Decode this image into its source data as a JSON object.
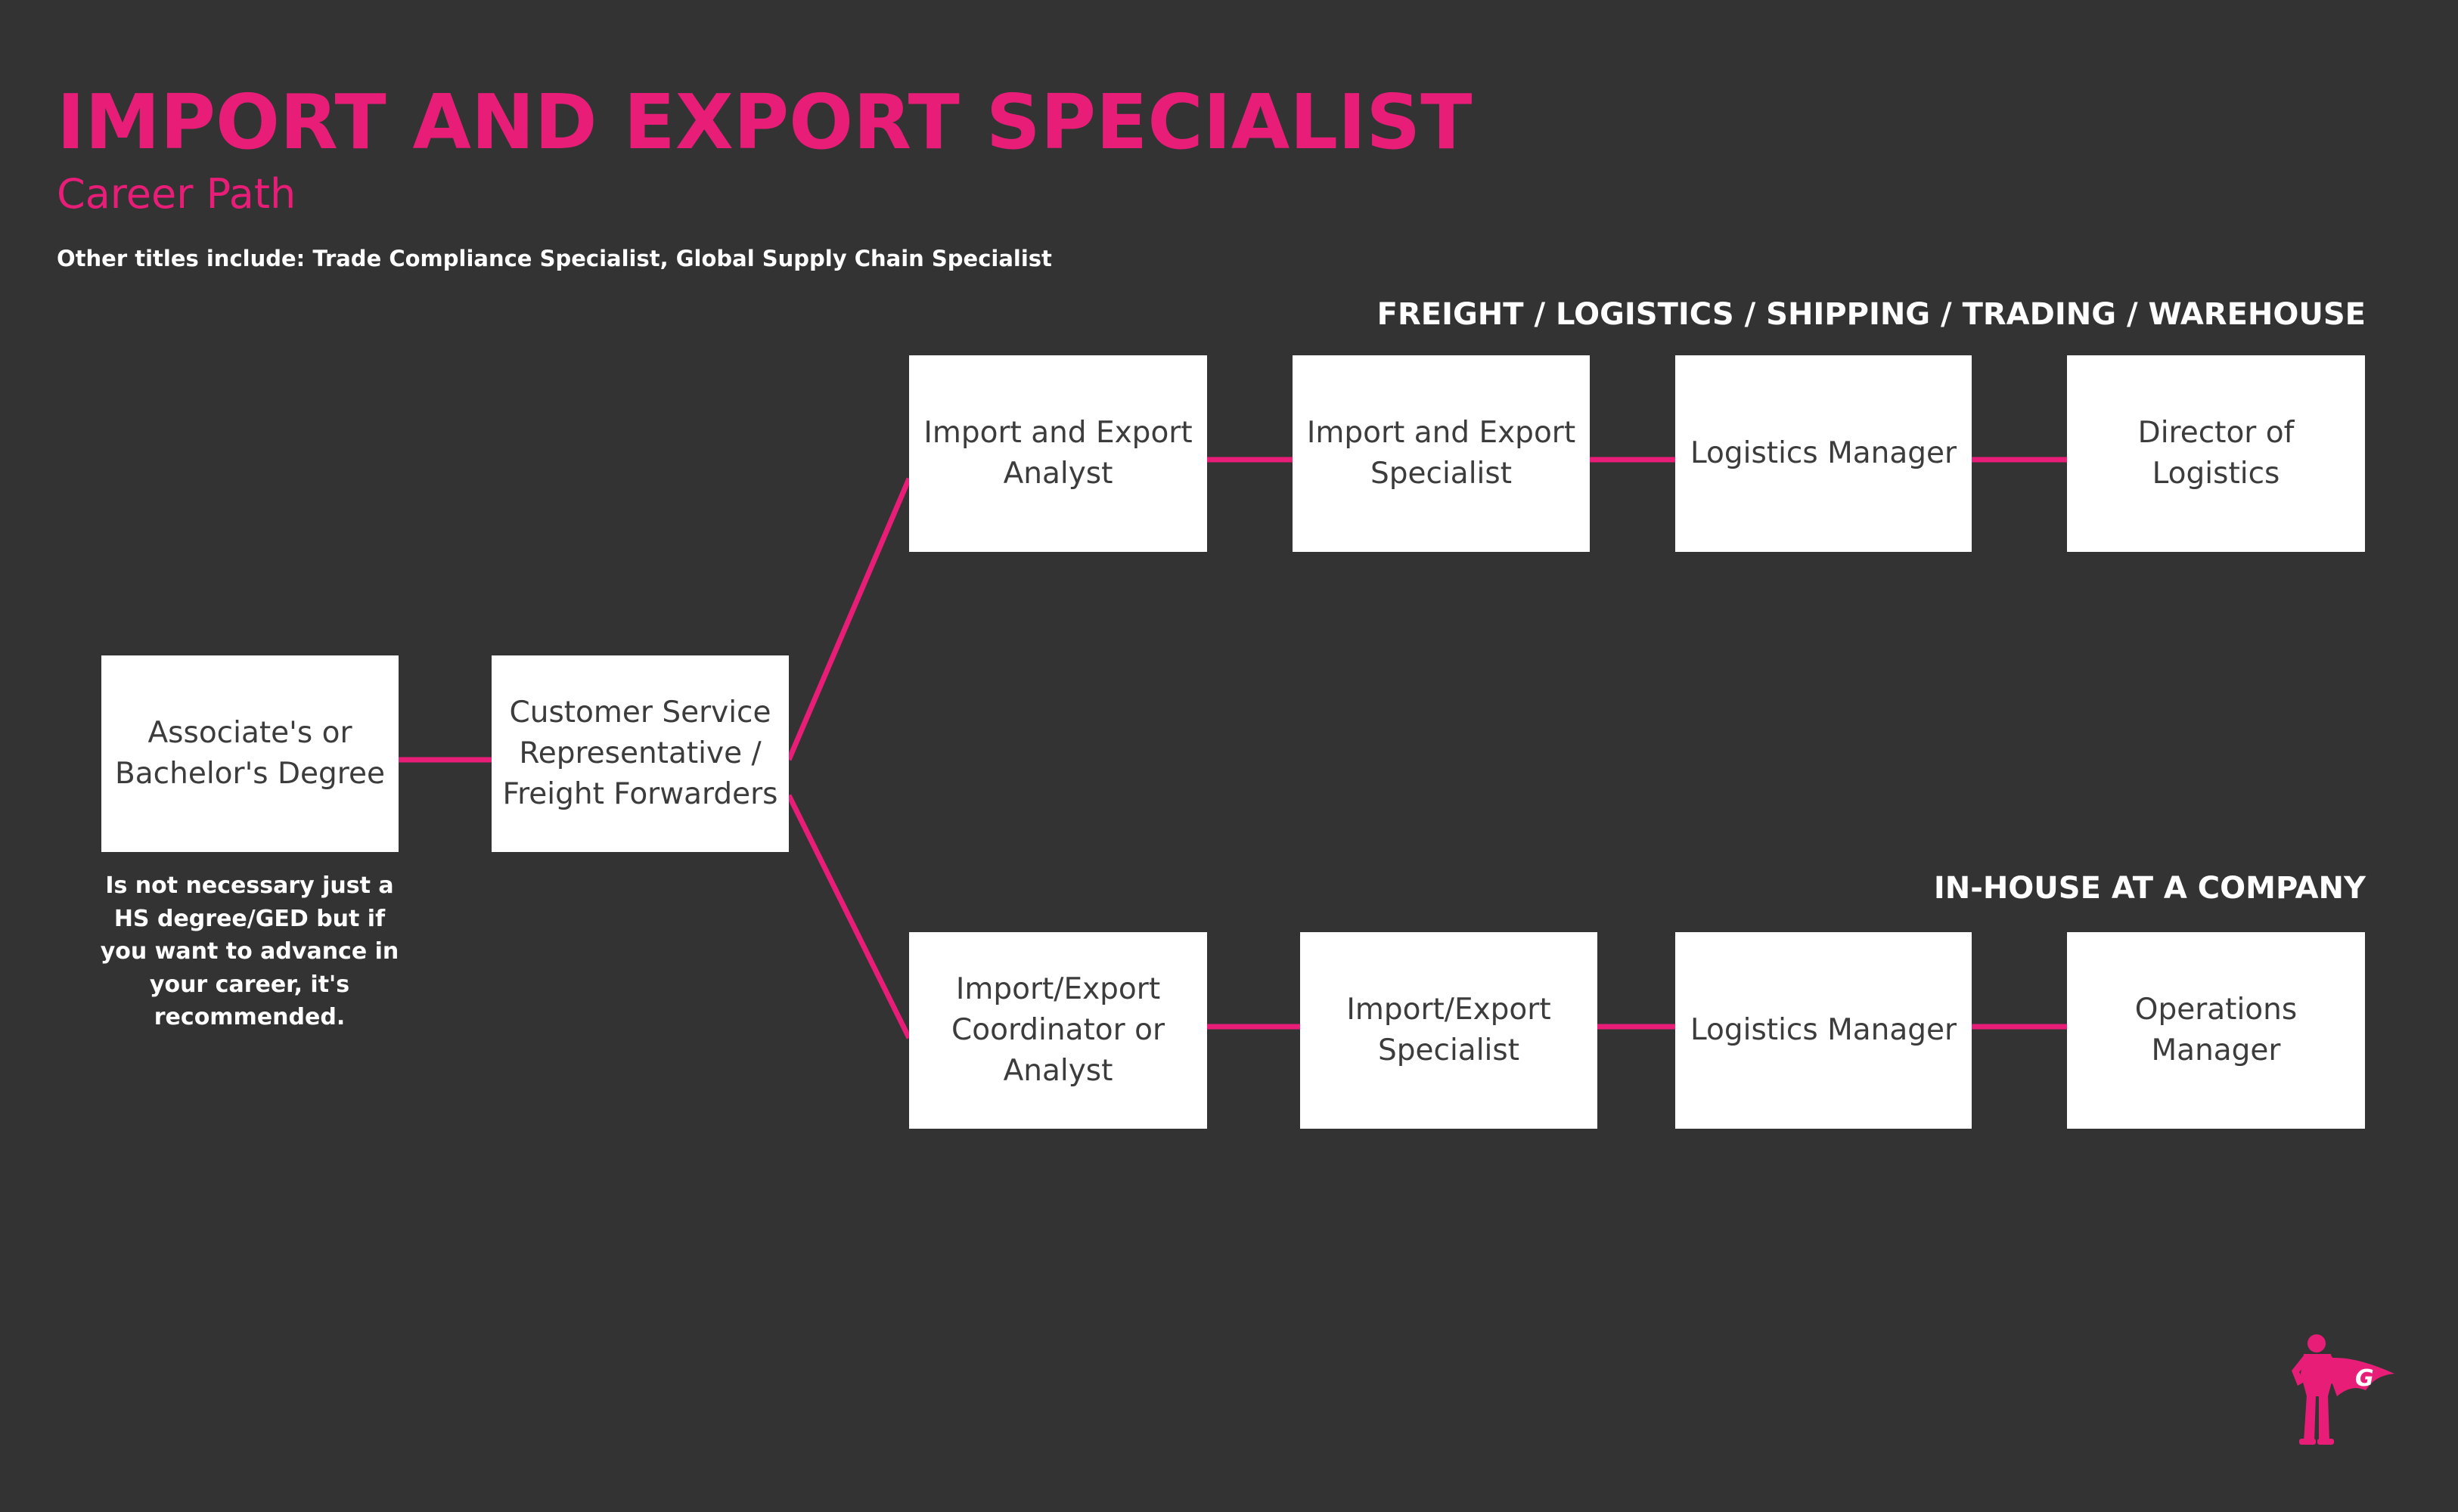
{
  "header": {
    "title": "IMPORT AND EXPORT SPECIALIST",
    "subtitle": "Career Path",
    "other_titles": "Other titles include: Trade Compliance Specialist, Global Supply Chain Specialist"
  },
  "sections": {
    "top_label": "FREIGHT / LOGISTICS / SHIPPING / TRADING / WAREHOUSE",
    "bottom_label": "IN-HOUSE AT A COMPANY"
  },
  "start": {
    "degree": "Associate's or Bachelor's Degree",
    "degree_note": "Is not necessary just a HS degree/GED but if you want to advance  in your career, it's recommended.",
    "entry_role": "Customer Service Representative / Freight Forwarders"
  },
  "top_path": [
    "Import and Export Analyst",
    "Import and Export Specialist",
    "Logistics Manager",
    "Director of Logistics"
  ],
  "bottom_path": [
    "Import/Export Coordinator or Analyst",
    "Import/Export Specialist",
    "Logistics Manager",
    "Operations Manager"
  ],
  "colors": {
    "background": "#333333",
    "accent": "#E81D78",
    "box": "#FFFFFF",
    "box_text": "#3C3C3C"
  },
  "logo": {
    "icon": "superhero-g-icon",
    "letter": "G"
  }
}
